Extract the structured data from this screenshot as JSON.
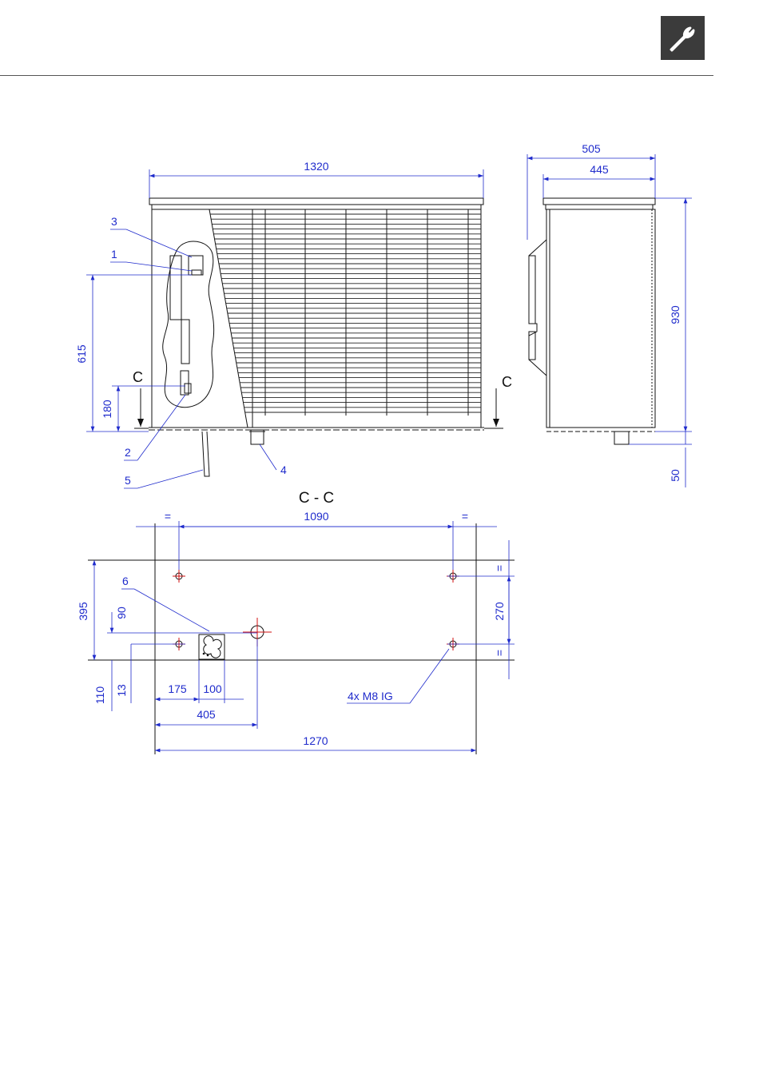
{
  "header": {
    "icon": "wrench-icon"
  },
  "colors": {
    "dimension": "#1f2bcc",
    "outline": "#111111",
    "hole_center": "#d01010",
    "badge": "#3b3b3b"
  },
  "front_view": {
    "dim_width": "1320",
    "dim_615": "615",
    "dim_180": "180",
    "section_mark_left": "C",
    "section_mark_right": "C",
    "callouts": [
      "3",
      "1",
      "2",
      "5",
      "4"
    ]
  },
  "side_view": {
    "dim_505": "505",
    "dim_445": "445",
    "dim_930": "930",
    "dim_50": "50"
  },
  "section_view": {
    "title": "C - C",
    "dim_eq_left": "=",
    "dim_1090": "1090",
    "dim_eq_right": "=",
    "dim_395": "395",
    "dim_90": "90",
    "dim_270": "270",
    "dim_eq_top": "=",
    "dim_eq_bottom": "=",
    "dim_110": "110",
    "dim_13": "13",
    "dim_175": "175",
    "dim_100": "100",
    "dim_405": "405",
    "dim_1270": "1270",
    "callout_6": "6",
    "callout_m8": "4x M8 IG"
  }
}
